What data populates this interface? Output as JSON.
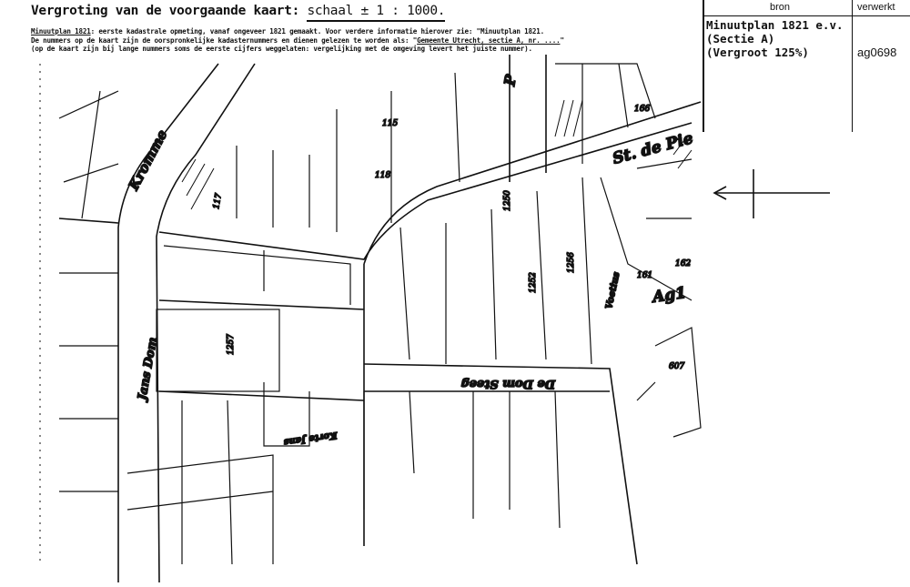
{
  "header": {
    "title": "Vergroting van de voorgaande kaart:",
    "scale": "schaal ± 1 : 1000.",
    "note_line1_label": "Minuutplan 1821",
    "note_line1_text": ": eerste kadastrale opmeting, vanaf ongeveer 1821 gemaakt. Voor verdere informatie hierover zie: \"Minuutplan 1821.",
    "note_line2_text": "De nummers op de kaart zijn de oorspronkelijke kadasternummers en dienen gelezen te worden als: \"",
    "note_line2_ref": "Gemeente Utrecht, sectie A, nr. ....",
    "note_line2_end": "\"",
    "note_line3_text": "(op de kaart zijn bij lange nummers soms de eerste cijfers weggelaten: vergelijking met de omgeving levert het juiste nummer)."
  },
  "source_table": {
    "col_source": "bron",
    "col_processed": "verwerkt",
    "source_text": "Minuutplan 1821 e.v.\n(Sectie A)\n(Vergroot 125%)",
    "code": "ag0698"
  },
  "map": {
    "street_labels": [
      "Kromme",
      "St. de Pie",
      "Jans Dom",
      "De Dom Steeg",
      "Voetius",
      "Ag1",
      "P",
      "Korte Jans"
    ],
    "parcel_numbers": [
      "115",
      "117",
      "118",
      "161",
      "162",
      "166",
      "607",
      "1250",
      "1252",
      "1256",
      "1257"
    ],
    "pointer_icon": "arrow-left"
  }
}
